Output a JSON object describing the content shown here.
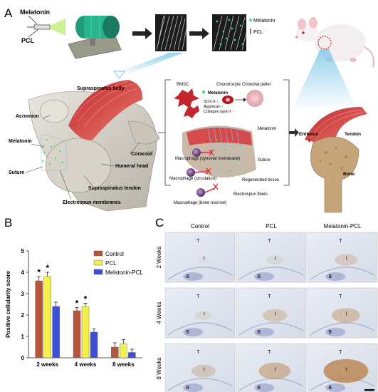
{
  "panels": {
    "a": "A",
    "b": "B",
    "c": "C"
  },
  "panelA": {
    "melatonin_label": "Melatonin",
    "pcl_label": "PCL",
    "fiber_legend_melatonin": "Melatonin",
    "fiber_legend_pcl": "PCL",
    "anatomy": {
      "supraspinatus_belly": "Supraspinatus belly",
      "acromion": "Acromion",
      "coracoid": "Coracoid",
      "melatonin": "Melatonin",
      "humeral_head": "Humeral head",
      "suture": "Suture",
      "supraspinatus_tendon": "Supraspinatus tendon",
      "electrospun_membranes": "Electrospun membranes"
    },
    "mechanism": {
      "bmsc": "BMSC",
      "melatonin": "Melatonin",
      "chondrocyte": "Chondrocyte",
      "chondral_pellet": "Chondral pellet",
      "sox9": "SOX-9 ↑",
      "aggrecan": "Aggrecan ↑",
      "collagen": "Collagen type II ↑",
      "melatonin2": "Melatonin",
      "macrophage_synovial": "Macrophage (synovial membrane)",
      "suture": "Suture",
      "macrophage_circulation": "Macrophage (circulation)",
      "regenerated_tissue": "Regenerated tissue",
      "electrospun_fibers": "Electrospun fibers",
      "macrophage_marrow": "Macrophage (bone marrow)"
    },
    "result": {
      "enthesis": "Enthesis",
      "tendon": "Tendon",
      "bone": "Bone"
    }
  },
  "chart_data": {
    "type": "bar",
    "categories": [
      "2 weeks",
      "4 weeks",
      "8 weeks"
    ],
    "series": [
      {
        "name": "Control",
        "color": "#b5553a",
        "values": [
          3.6,
          2.2,
          0.5
        ],
        "errors": [
          0.2,
          0.15,
          0.2
        ],
        "significant": [
          true,
          true,
          false
        ]
      },
      {
        "name": "PCL",
        "color": "#f3f04a",
        "values": [
          3.8,
          2.4,
          0.65
        ],
        "errors": [
          0.2,
          0.15,
          0.2
        ],
        "significant": [
          true,
          true,
          false
        ]
      },
      {
        "name": "Melatonin-PCL",
        "color": "#3d4fd6",
        "values": [
          2.4,
          1.2,
          0.25
        ],
        "errors": [
          0.2,
          0.15,
          0.15
        ],
        "significant": [
          false,
          false,
          false
        ]
      }
    ],
    "ylabel": "Positive cellularity score",
    "xlabel": "",
    "ylim": [
      0,
      5
    ],
    "yticks": [
      0,
      1,
      2,
      3,
      4,
      5
    ],
    "significance_marker": "*",
    "legend": "top-right",
    "grid": false
  },
  "panelC": {
    "columns": [
      "Control",
      "PCL",
      "Melatonin-PCL"
    ],
    "rows": [
      "2 Weeks",
      "4 Weeks",
      "8 Weeks"
    ],
    "region_labels": {
      "t": "T",
      "i": "I",
      "b": "B"
    }
  }
}
